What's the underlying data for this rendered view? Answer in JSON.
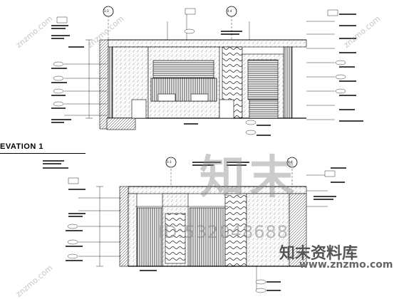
{
  "drawing": {
    "elevation_title": "EVATION 1",
    "section_marks": [
      "3-3",
      "4-4",
      "3-3",
      "4-4"
    ]
  },
  "watermark": {
    "logo": "知末",
    "id_text": "ID:532048688",
    "brand": "知末资料库",
    "brand_url": "www.znzmo.com",
    "diagonal": "znzmo.com"
  }
}
